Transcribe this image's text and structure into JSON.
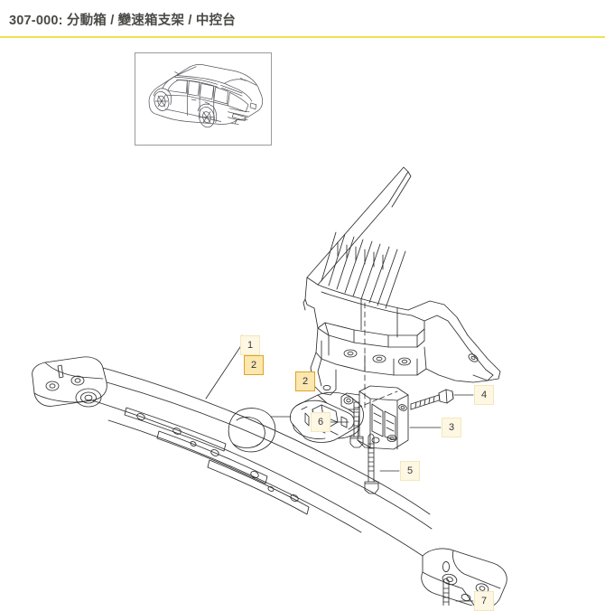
{
  "header": {
    "title": "307-000: 分動箱 / 變速箱支架 / 中控台",
    "rule_color": "#ece34e"
  },
  "thumbnail": {
    "name": "vehicle-line-drawing",
    "description": "SUV three-quarter rear view line drawing"
  },
  "diagram": {
    "name": "exploded-parts-diagram",
    "parts": [
      {
        "ref": "1",
        "name": "crossmember-support",
        "highlight": false
      },
      {
        "ref": "2",
        "name": "transmission-mount-upper",
        "highlight": true
      },
      {
        "ref": "2",
        "name": "transmission-mount-lower",
        "highlight": true
      },
      {
        "ref": "3",
        "name": "transmission-bracket",
        "highlight": false
      },
      {
        "ref": "4",
        "name": "hex-bolt-upper-right",
        "highlight": false
      },
      {
        "ref": "5",
        "name": "long-bolt-center",
        "highlight": false
      },
      {
        "ref": "6",
        "name": "hex-bolt-left",
        "highlight": false
      },
      {
        "ref": "7",
        "name": "long-bolt-bottom",
        "highlight": false
      }
    ]
  },
  "callouts": {
    "c1": "1",
    "c2a": "2",
    "c2b": "2",
    "c3": "3",
    "c4": "4",
    "c5": "5",
    "c6": "6",
    "c7": "7"
  },
  "colors": {
    "line": "#2d2d2d",
    "callout_fill": "#fdf7e4",
    "callout_border": "#f2e3ae",
    "callout_highlight_fill": "#fbe7b0",
    "callout_highlight_border": "#e0a324",
    "title_text": "#4a4a46",
    "rule": "#ece34e"
  }
}
